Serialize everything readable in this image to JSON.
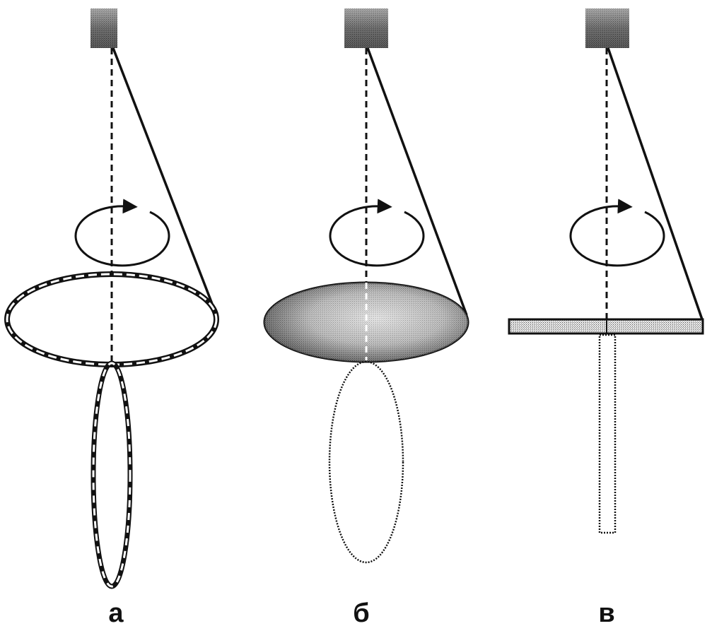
{
  "panels": [
    {
      "id": "a",
      "label": "а",
      "object": "chain-ring"
    },
    {
      "id": "b",
      "label": "б",
      "object": "disk"
    },
    {
      "id": "c",
      "label": "в",
      "object": "rod"
    }
  ],
  "colors": {
    "ink": "#111111",
    "mount_dark": "#1a1a1a",
    "disk_dark": "#222222",
    "disk_light": "#d6d6d6",
    "rod_fill": "#d8d8d8",
    "background": "#ffffff"
  }
}
